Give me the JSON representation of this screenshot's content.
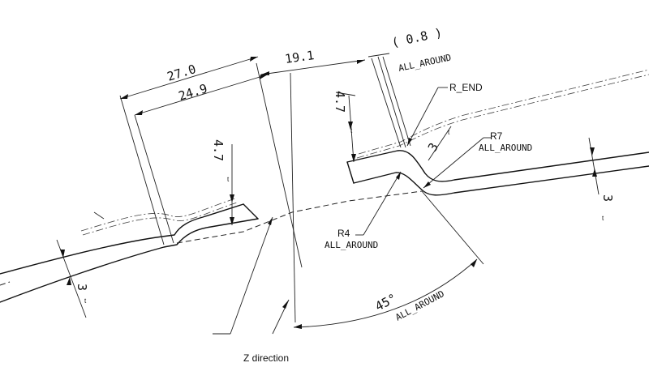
{
  "dimensions": {
    "d_27": "27.0",
    "d_24_9": "24.9",
    "d_19_1": "19.1",
    "d_0_8": "( 0.8 )",
    "all_around_top": "ALL_AROUND",
    "r_end": "R_END",
    "r7": "R7",
    "r7_all_around": "ALL_AROUND",
    "thick_left_47": "4.7",
    "thick_right_47": "4.7",
    "three_mid": "3",
    "three_left": "3",
    "three_right": "3",
    "r4": "R4",
    "r4_all_around": "ALL_AROUND",
    "angle": "45°",
    "angle_all_around": "ALL_AROUND",
    "t_sub": "t"
  },
  "caption": "Z direction"
}
